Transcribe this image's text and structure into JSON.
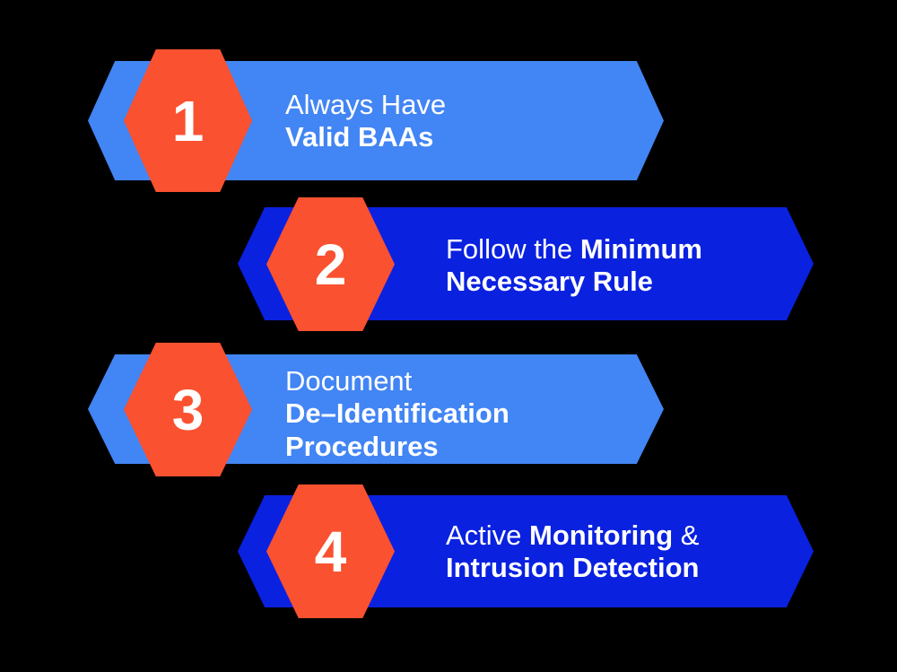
{
  "graphic": {
    "type": "numbered-step-chevron-list",
    "step_count": 4,
    "background_color": "#000000",
    "colors": {
      "light_blue": "#4285F4",
      "dark_blue": "#0A21E0",
      "orange": "#FA5130",
      "text": "#FFFFFF"
    }
  },
  "steps": [
    {
      "number": "1",
      "banner_color": "#4285F4",
      "hex_color": "#FA5130",
      "lines": [
        [
          {
            "text": "Always Have",
            "weight": "light"
          }
        ],
        [
          {
            "text": "Valid BAAs",
            "weight": "bold"
          }
        ]
      ],
      "plain_text": "Always Have Valid BAAs"
    },
    {
      "number": "2",
      "banner_color": "#0A21E0",
      "hex_color": "#FA5130",
      "lines": [
        [
          {
            "text": "Follow the ",
            "weight": "light"
          },
          {
            "text": "Minimum",
            "weight": "bold"
          }
        ],
        [
          {
            "text": "Necessary Rule",
            "weight": "bold"
          }
        ]
      ],
      "plain_text": "Follow the Minimum Necessary Rule"
    },
    {
      "number": "3",
      "banner_color": "#4285F4",
      "hex_color": "#FA5130",
      "lines": [
        [
          {
            "text": "Document",
            "weight": "light"
          }
        ],
        [
          {
            "text": "De–Identification",
            "weight": "bold"
          }
        ],
        [
          {
            "text": "Procedures",
            "weight": "bold"
          }
        ]
      ],
      "plain_text": "Document De–Identification Procedures"
    },
    {
      "number": "4",
      "banner_color": "#0A21E0",
      "hex_color": "#FA5130",
      "lines": [
        [
          {
            "text": "Active ",
            "weight": "light"
          },
          {
            "text": "Monitoring",
            "weight": "bold"
          },
          {
            "text": " &",
            "weight": "light"
          }
        ],
        [
          {
            "text": "Intrusion Detection",
            "weight": "bold"
          }
        ]
      ],
      "plain_text": "Active Monitoring & Intrusion Detection"
    }
  ]
}
